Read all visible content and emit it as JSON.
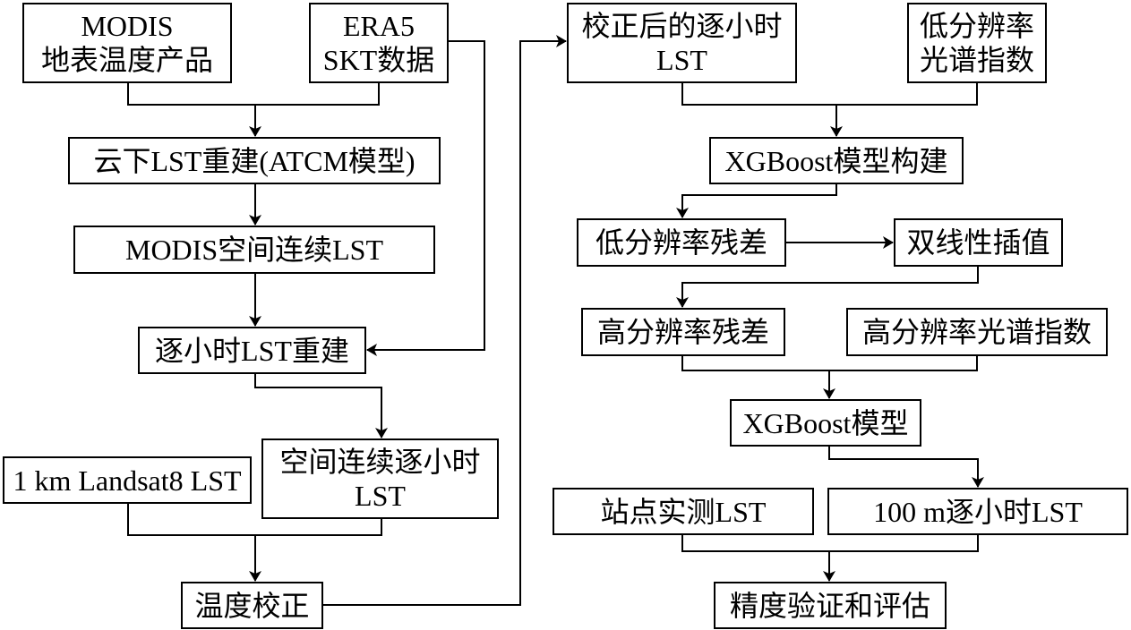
{
  "nodes": {
    "modis_product": [
      "MODIS",
      "地表温度产品"
    ],
    "era5_skt": [
      "ERA5",
      "SKT数据"
    ],
    "cloud_rebuild": [
      "云下LST重建(ATCM模型)"
    ],
    "modis_continuous": [
      "MODIS空间连续LST"
    ],
    "hourly_rebuild": [
      "逐小时LST重建"
    ],
    "landsat8": [
      "1 km Landsat8 LST"
    ],
    "spatial_hourly": [
      "空间连续逐小时",
      "LST"
    ],
    "temp_correction": [
      "温度校正"
    ],
    "corrected_hourly": [
      "校正后的逐小时",
      "LST"
    ],
    "low_res_index": [
      "低分辨率",
      "光谱指数"
    ],
    "xgb_build": [
      "XGBoost模型构建"
    ],
    "low_res_residual": [
      "低分辨率残差"
    ],
    "bilinear": [
      "双线性插值"
    ],
    "high_res_residual": [
      "高分辨率残差"
    ],
    "high_res_index": [
      "高分辨率光谱指数"
    ],
    "xgb_model": [
      "XGBoost模型"
    ],
    "station_lst": [
      "站点实测LST"
    ],
    "hourly_100m": [
      "100 m逐小时LST"
    ],
    "accuracy_eval": [
      "精度验证和评估"
    ]
  }
}
